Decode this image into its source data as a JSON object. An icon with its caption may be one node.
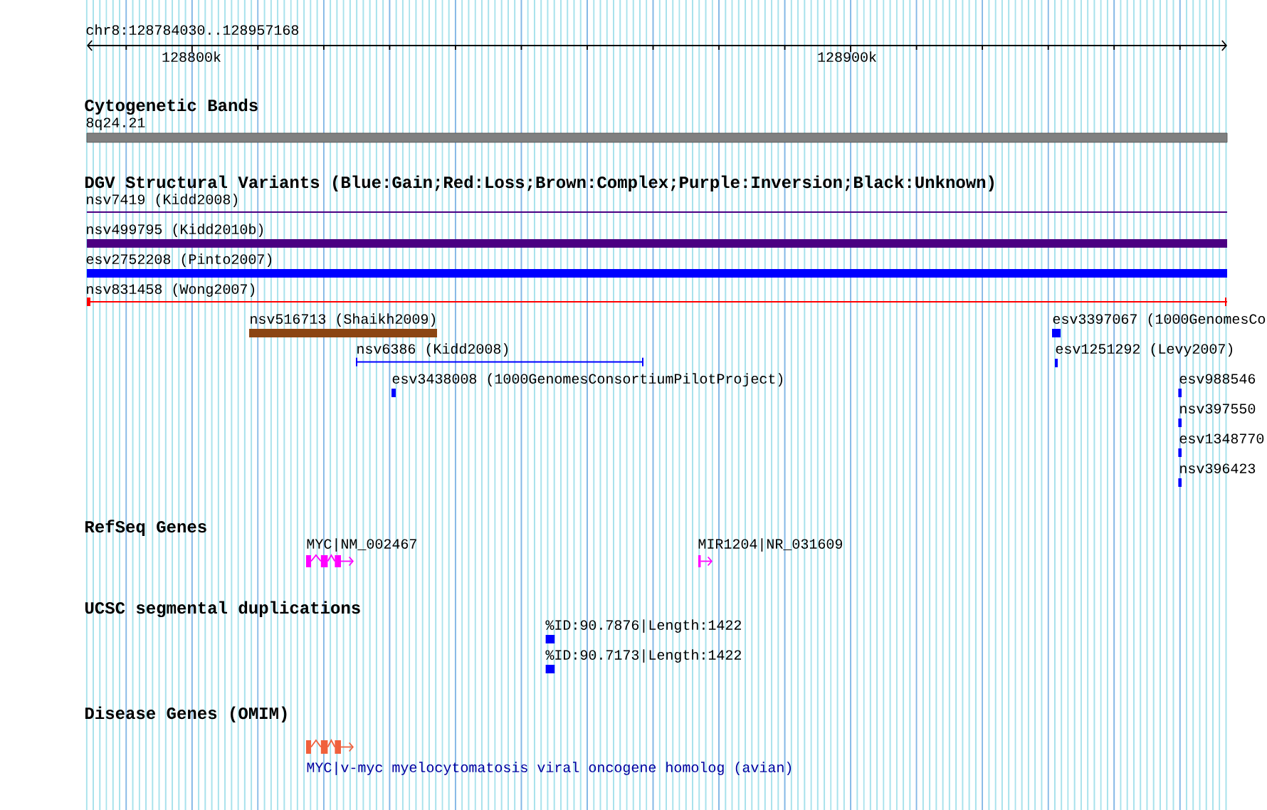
{
  "diagram": {
    "title": "chr8:128784030..128957168",
    "labels": [
      "128800k",
      "128900k",
      "Cytogenetic Bands",
      "8q24.21",
      "DGV Structural Variants (Blue:Gain;Red:Loss;Brown:Complex;Purple:Inversion;Black:Unknown)",
      "nsv7419 (Kidd2008)",
      "nsv499795 (Kidd2010b)",
      "esv2752208 (Pinto2007)",
      "nsv831458 (Wong2007)",
      "nsv516713 (Shaikh2009)",
      "esv3397067 (1000GenomesCo",
      "nsv6386 (Kidd2008)",
      "esv1251292 (Levy2007)",
      "esv3438008 (1000GenomesConsortiumPilotProject)",
      "esv988546",
      "nsv397550",
      "esv1348770",
      "nsv396423",
      "RefSeq Genes",
      "MYC|NM_002467",
      "MIR1204|NR_031609",
      "UCSC segmental duplications",
      "%ID:90.7876|Length:1422",
      "%ID:90.7173|Length:1422",
      "Disease Genes (OMIM)",
      "MYC|v-myc myelocytomatosis viral oncogene homolog (avian)"
    ]
  }
}
